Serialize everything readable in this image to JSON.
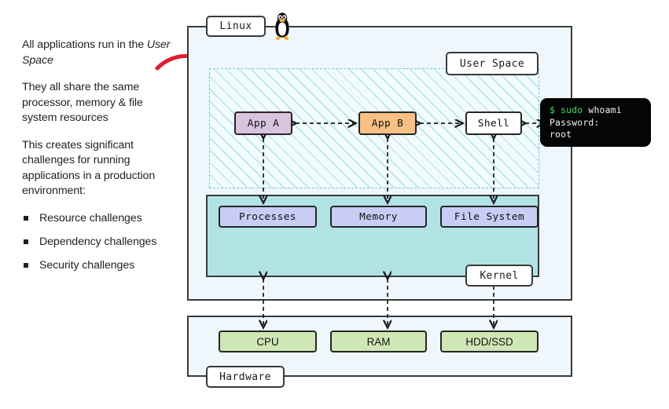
{
  "notes": {
    "paragraphs": [
      "All applications run in the User Space",
      "They all share the same processor, memory & file system resources",
      "This creates significant challenges for running applications in a production environment:"
    ],
    "p1_prefix": "All applications run in the ",
    "p1_emphasis": "User Space",
    "p2": "They all share the same processor, memory & file system resources",
    "p3": "This creates significant challenges for running applications in a production environment:",
    "bullets": [
      "Resource challenges",
      "Dependency challenges",
      "Security challenges"
    ]
  },
  "diagram": {
    "container_labels": {
      "linux": "Linux",
      "user_space": "User Space",
      "kernel": "Kernel",
      "hardware": "Hardware"
    },
    "user_space_nodes": [
      {
        "id": "app-a",
        "label": "App A",
        "color": "#d8c4de"
      },
      {
        "id": "app-b",
        "label": "App B",
        "color": "#f7c183"
      },
      {
        "id": "shell",
        "label": "Shell",
        "color": "#ffffff"
      }
    ],
    "kernel_nodes": [
      {
        "id": "processes",
        "label": "Processes",
        "color": "#c7cdf5"
      },
      {
        "id": "memory",
        "label": "Memory",
        "color": "#c7cdf5"
      },
      {
        "id": "file-system",
        "label": "File System",
        "color": "#c7cdf5"
      }
    ],
    "hardware_nodes": [
      {
        "id": "cpu",
        "label": "CPU",
        "color": "#cfe7b5"
      },
      {
        "id": "ram",
        "label": "RAM",
        "color": "#cfe7b5"
      },
      {
        "id": "hdd-ssd",
        "label": "HDD/SSD",
        "color": "#cfe7b5"
      }
    ],
    "icons": {
      "penguin": "tux-penguin-icon",
      "arrow": "red-curved-arrow-icon"
    }
  },
  "terminal": {
    "prompt": "$",
    "command_privileged": "sudo",
    "command": "whoami",
    "line2": "Password:",
    "line3": "root",
    "prompt_color": "#33e35c"
  },
  "colors": {
    "canvas": "#ffffff",
    "container_fill": "#eff7fd",
    "kernel_fill": "#b2e3e4",
    "user_space_hatch": "#63d3d8",
    "border": "#3a3a3a",
    "accent_red": "#e8192c",
    "terminal_bg": "#050505"
  }
}
